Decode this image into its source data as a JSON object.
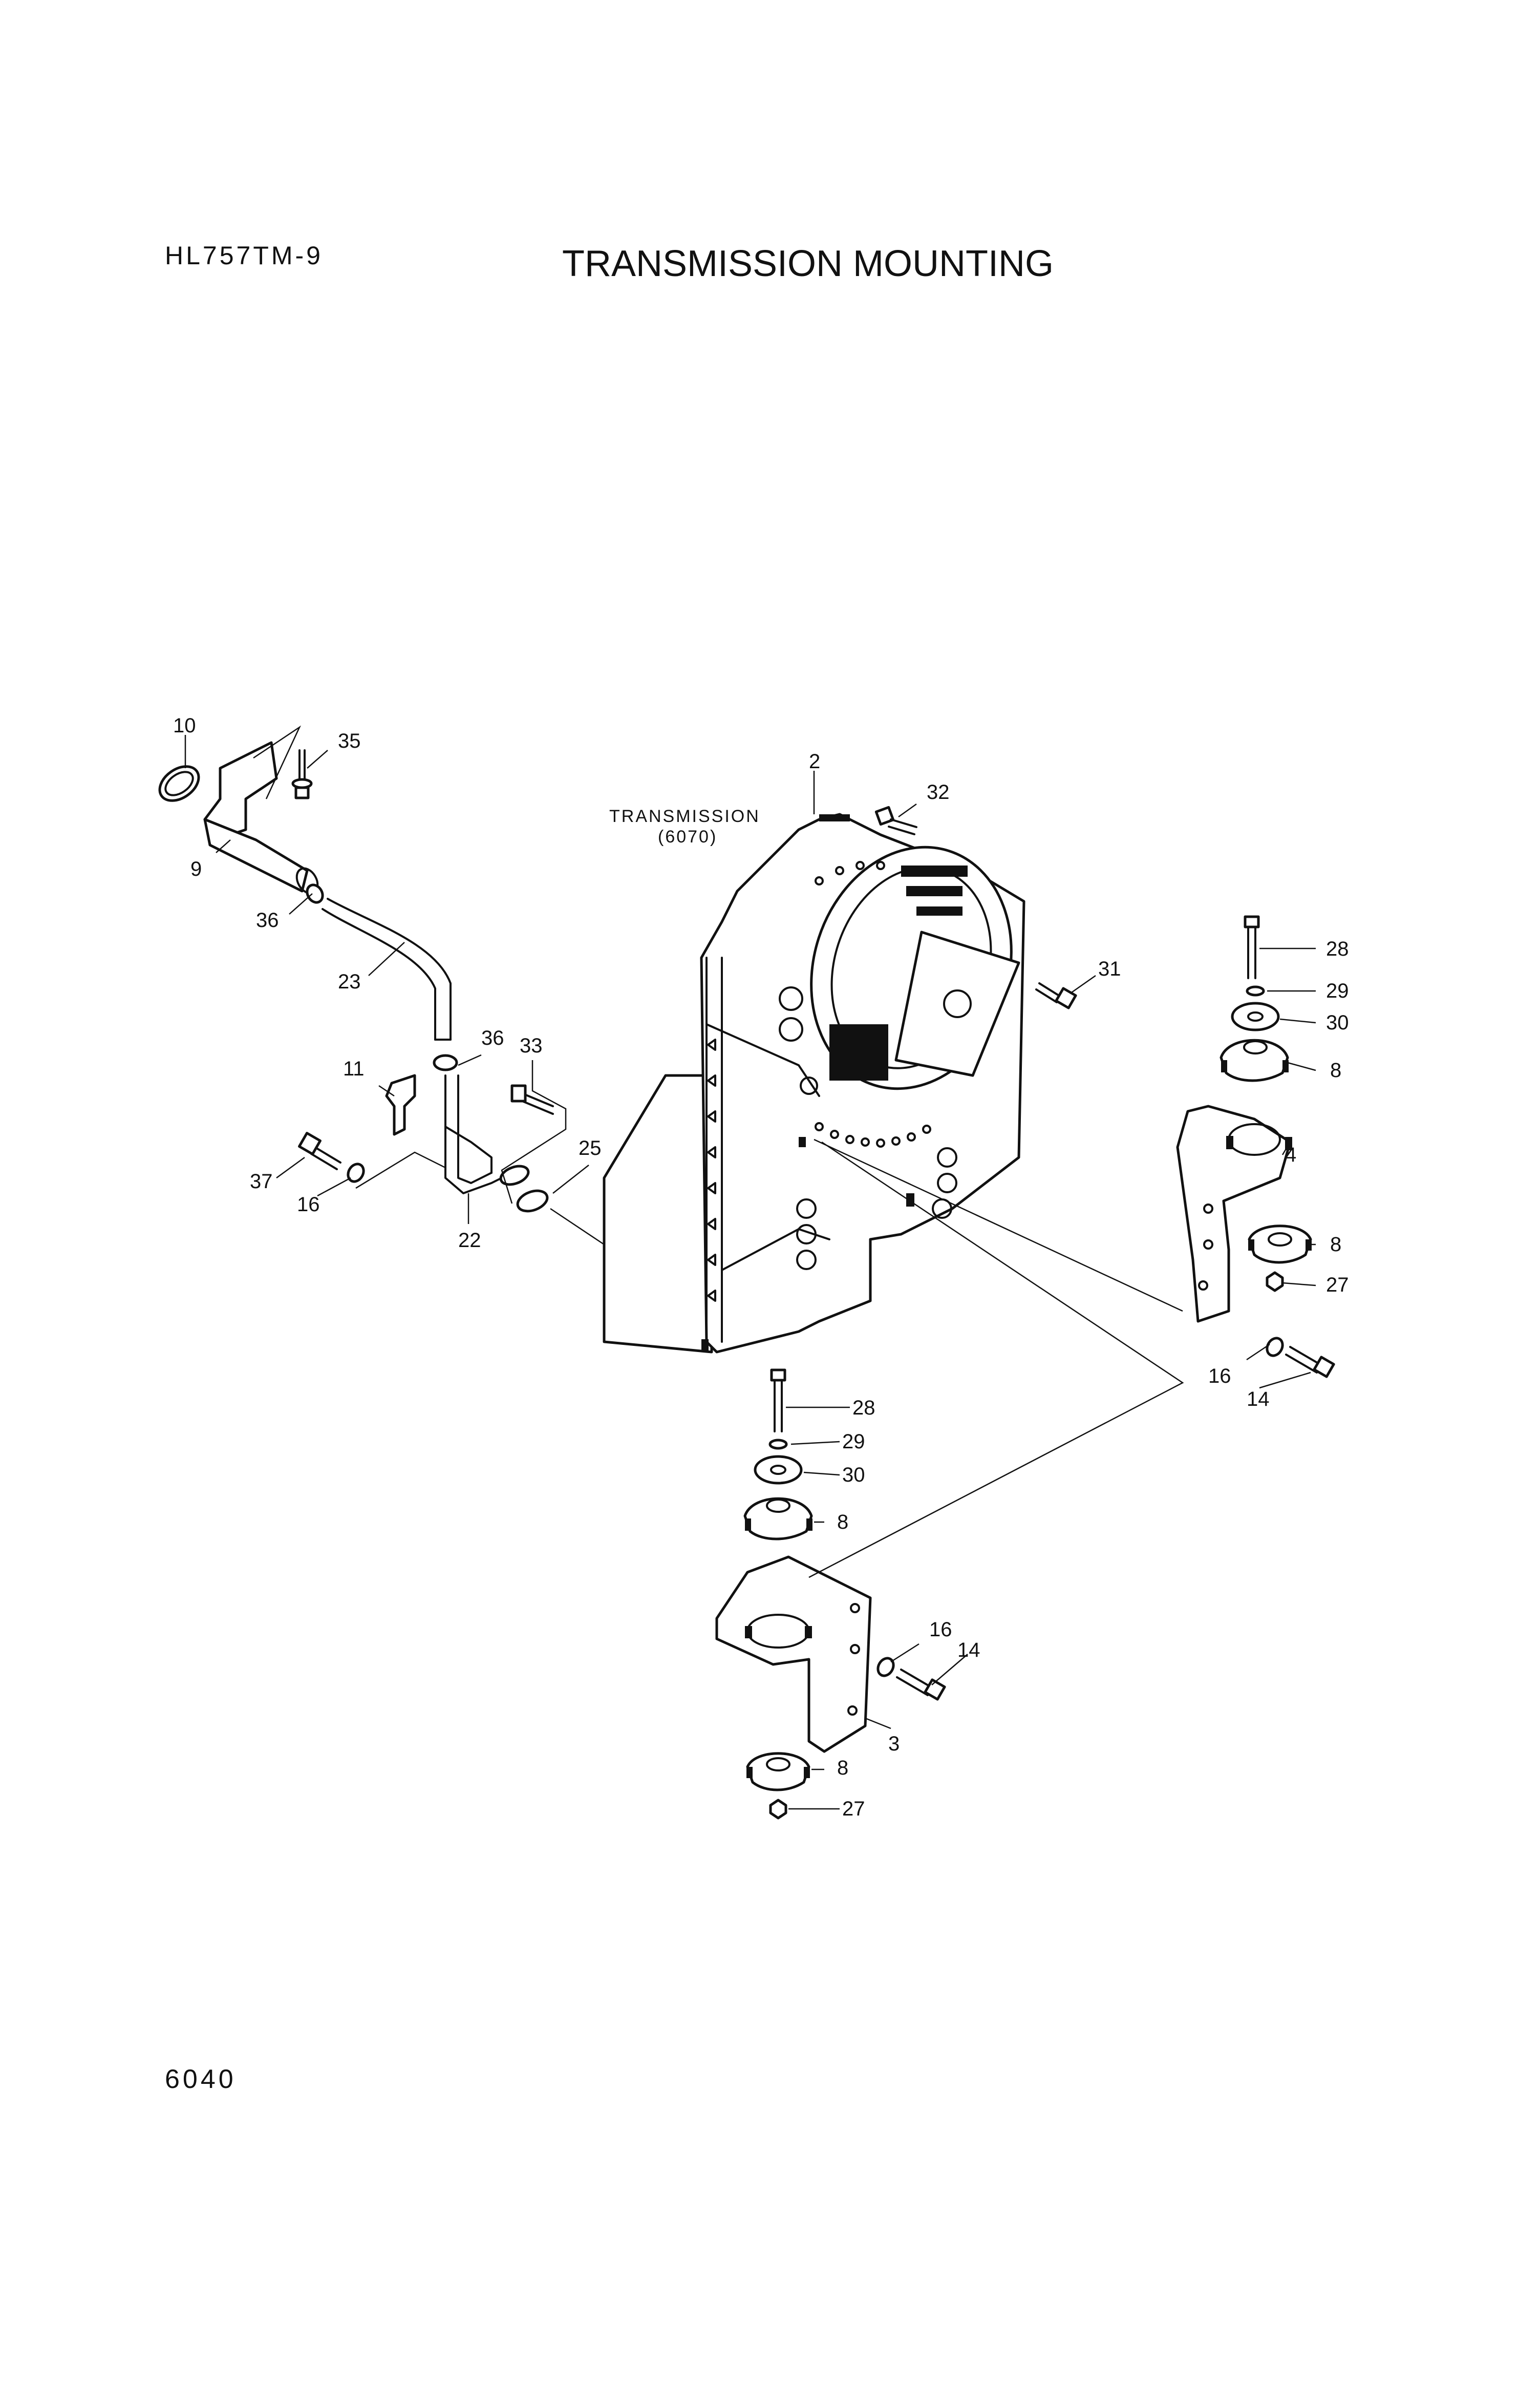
{
  "header": {
    "model": "HL757TM-9",
    "title": "TRANSMISSION MOUNTING"
  },
  "footer": {
    "page_number": "6040"
  },
  "diagram": {
    "transmission_label": "TRANSMISSION",
    "transmission_ref": "(6070)",
    "callouts": {
      "c2": "2",
      "c3": "3",
      "c4": "4",
      "c8a": "8",
      "c8b": "8",
      "c8c": "8",
      "c8d": "8",
      "c9": "9",
      "c10": "10",
      "c11": "11",
      "c14a": "14",
      "c14b": "14",
      "c16a": "16",
      "c16b": "16",
      "c16c": "16",
      "c22": "22",
      "c23": "23",
      "c25": "25",
      "c27a": "27",
      "c27b": "27",
      "c28a": "28",
      "c28b": "28",
      "c29a": "29",
      "c29b": "29",
      "c30a": "30",
      "c30b": "30",
      "c31": "31",
      "c32": "32",
      "c33": "33",
      "c35": "35",
      "c36a": "36",
      "c36b": "36",
      "c37": "37"
    }
  }
}
